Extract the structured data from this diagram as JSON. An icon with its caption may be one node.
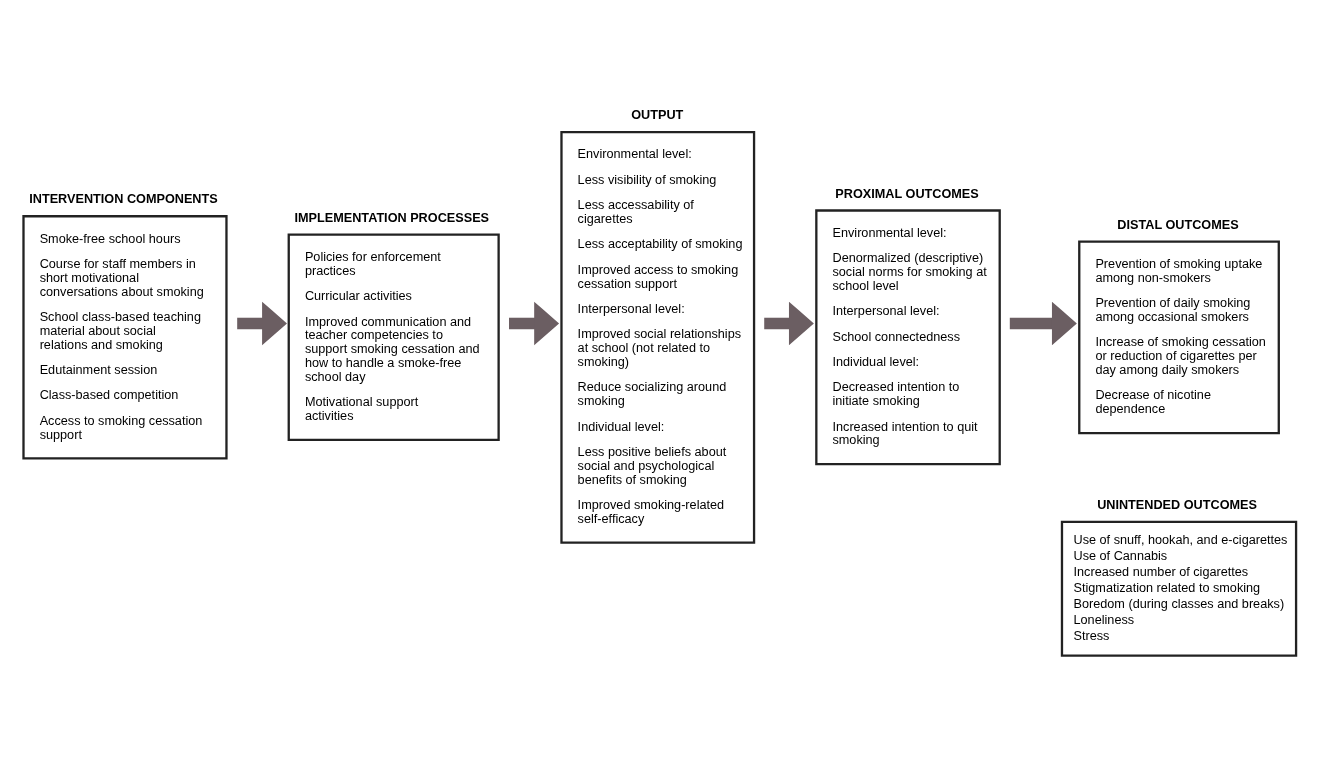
{
  "diagram": {
    "nodes": [
      {
        "text": [
          "INTERVENTION COMPONENTS",
          "Smoke-free school hours",
          "Course for staff members in short motivational conversations about smoking",
          "School class-based teaching material about social relations and smoking",
          "Edutainment session",
          "Class-based competition",
          "Access to smoking cessation support"
        ]
      },
      {
        "text": [
          "IMPLEMENTATION PROCESSES",
          "Policies for enforcement practices",
          "Curricular activities",
          "Improved communication and teacher competencies to support smoking cessation and how to handle a smoke-free school day",
          "Motivational support activities"
        ]
      },
      {
        "text": [
          "OUTPUT",
          "Environmental level:",
          "Less visibility of smoking",
          "Less accessability of cigarettes",
          "Less acceptability of smoking",
          "Improved access to smoking cessation support",
          "Interpersonal level:",
          "Improved social relationships at school (not related to smoking)",
          "Reduce socializing around smoking",
          "Individual level:",
          "Less positive beliefs about social and psychological benefits of smoking",
          "Improved smoking-related self-efficacy"
        ]
      },
      {
        "text": [
          "PROXIMAL OUTCOMES",
          "Environmental level:",
          "Denormalized (descriptive) social norms for smoking at school level",
          "Interpersonal level:",
          "School connectedness",
          "Individual level:",
          "Decreased intention to initiate smoking",
          "Increased intention to quit smoking"
        ]
      },
      {
        "text": [
          "DISTAL OUTCOMES",
          "Prevention of smoking uptake among non-smokers",
          "Prevention of daily smoking among occasional smokers",
          "Increase of smoking cessation or reduction of cigarettes per day among daily smokers",
          "Decrease of nicotine dependence"
        ]
      },
      {
        "text": [
          "UNINTENDED OUTCOMES",
          "Use of snuff, hookah, and e-cigarettes",
          "Use of Cannabis",
          "Increased number of cigarettes",
          "Stigmatization related to smoking",
          "Boredom (during classes and breaks)",
          "Loneliness",
          "Stress"
        ]
      }
    ],
    "edges": [
      {
        "from": 0,
        "to": 1,
        "arrow": "to"
      },
      {
        "from": 1,
        "to": 2,
        "arrow": "to"
      },
      {
        "from": 2,
        "to": 3,
        "arrow": "to"
      },
      {
        "from": 3,
        "to": 4,
        "arrow": "to"
      }
    ]
  }
}
